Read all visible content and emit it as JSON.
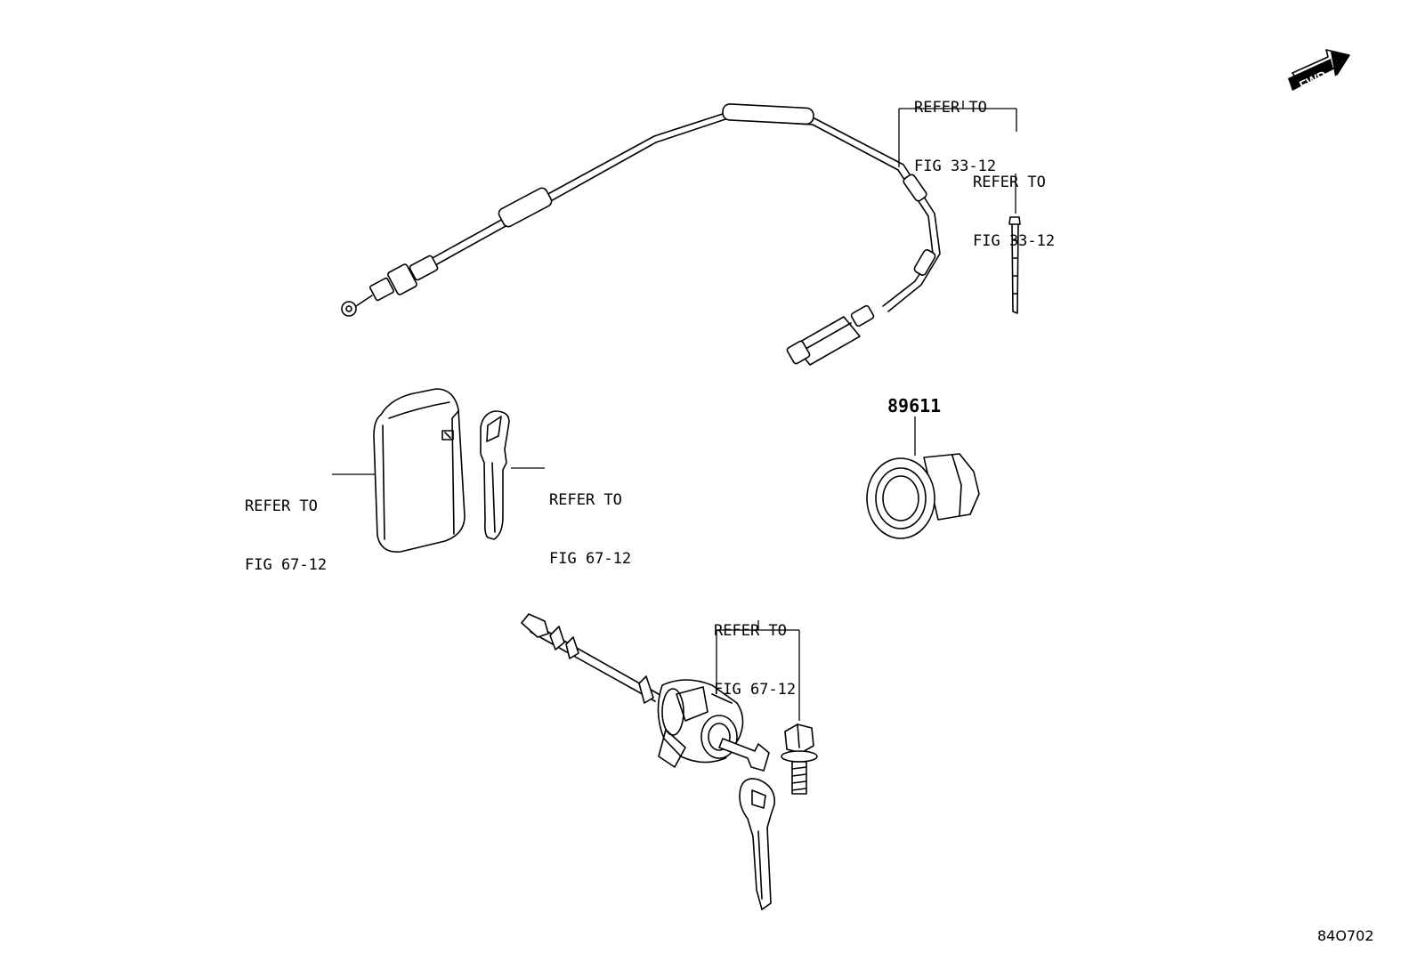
{
  "diagram": {
    "fwd_label": "FWD",
    "part_number": "89611",
    "figure_code": "84O702",
    "callouts": [
      {
        "id": "cable-ref",
        "line1": "REFER TO",
        "line2": "FIG 33-12"
      },
      {
        "id": "clamp-ref",
        "line1": "REFER TO",
        "line2": "FIG 33-12"
      },
      {
        "id": "fob-ref",
        "line1": "REFER TO",
        "line2": "FIG 67-12"
      },
      {
        "id": "key-ref",
        "line1": "REFER TO",
        "line2": "FIG 67-12"
      },
      {
        "id": "lock-ref",
        "line1": "REFER TO",
        "line2": "FIG 67-12"
      }
    ]
  }
}
